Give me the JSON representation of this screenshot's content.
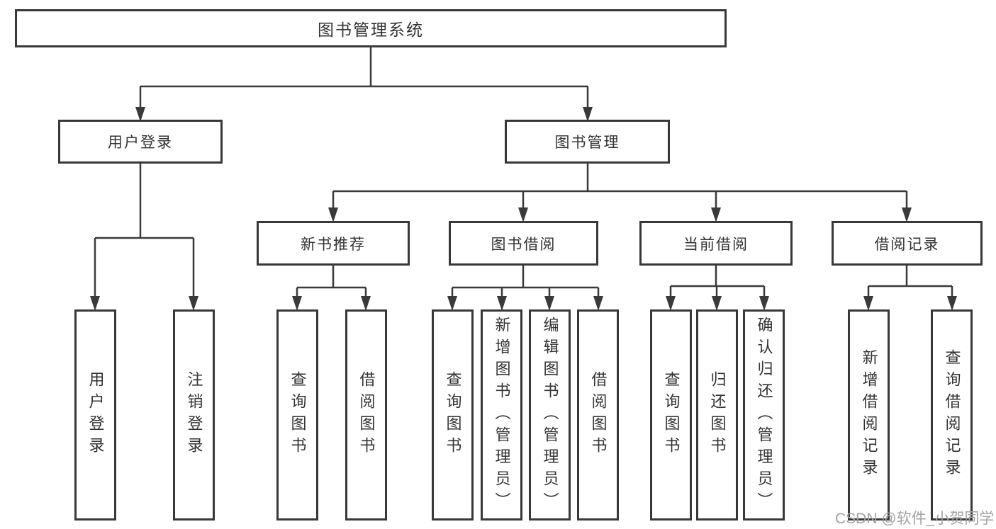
{
  "diagram": {
    "watermark": "CSDN @软件_小贺同学",
    "colors": {
      "line": "#3a3a3a",
      "box_border": "#383838",
      "text": "#333333",
      "watermark": "#a3a3a3",
      "background": "#ffffff"
    },
    "root": {
      "label": "图书管理系统"
    },
    "level2": {
      "user_login": {
        "label": "用户登录"
      },
      "book_management": {
        "label": "图书管理"
      }
    },
    "level3": {
      "new_book": {
        "label": "新书推荐"
      },
      "borrow": {
        "label": "图书借阅"
      },
      "current": {
        "label": "当前借阅"
      },
      "records": {
        "label": "借阅记录"
      }
    },
    "leaves": {
      "user_login": [
        "用户登录",
        "注销登录"
      ],
      "new_book": [
        "查询图书",
        "借阅图书"
      ],
      "borrow": [
        "查询图书",
        "新增图书（管理员）",
        "编辑图书（管理员）",
        "借阅图书"
      ],
      "current": [
        "查询图书",
        "归还图书",
        "确认归还（管理员）"
      ],
      "records": [
        "新增借阅记录",
        "查询借阅记录"
      ]
    }
  }
}
